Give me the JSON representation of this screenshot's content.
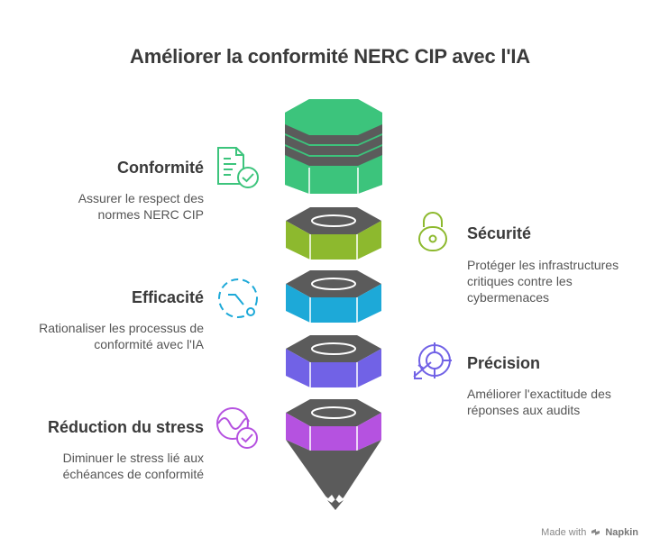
{
  "title": "Améliorer la conformité NERC CIP avec l'IA",
  "items": {
    "conformite": {
      "heading": "Conformité",
      "lines": [
        "Assurer le respect des",
        "normes NERC CIP"
      ],
      "color": "#3cc47c",
      "icon": "document-check-icon"
    },
    "securite": {
      "heading": "Sécurité",
      "lines": [
        "Protéger les infrastructures",
        "critiques contre les",
        "cybermenaces"
      ],
      "color": "#8db92e",
      "icon": "padlock-icon"
    },
    "efficacite": {
      "heading": "Efficacité",
      "lines": [
        "Rationaliser les processus de",
        "conformité avec l'IA"
      ],
      "color": "#1da9d8",
      "icon": "timer-icon"
    },
    "precision": {
      "heading": "Précision",
      "lines": [
        "Améliorer l'exactitude des",
        "réponses aux audits"
      ],
      "color": "#7162e6",
      "icon": "target-icon"
    },
    "stress": {
      "heading": "Réduction du stress",
      "lines": [
        "Diminuer le stress lié aux",
        "échéances de conformité"
      ],
      "color": "#b552e0",
      "icon": "wave-check-icon"
    }
  },
  "stack_top_color": "#5b5b5b",
  "footer": {
    "made_with": "Made with",
    "brand": "Napkin"
  }
}
